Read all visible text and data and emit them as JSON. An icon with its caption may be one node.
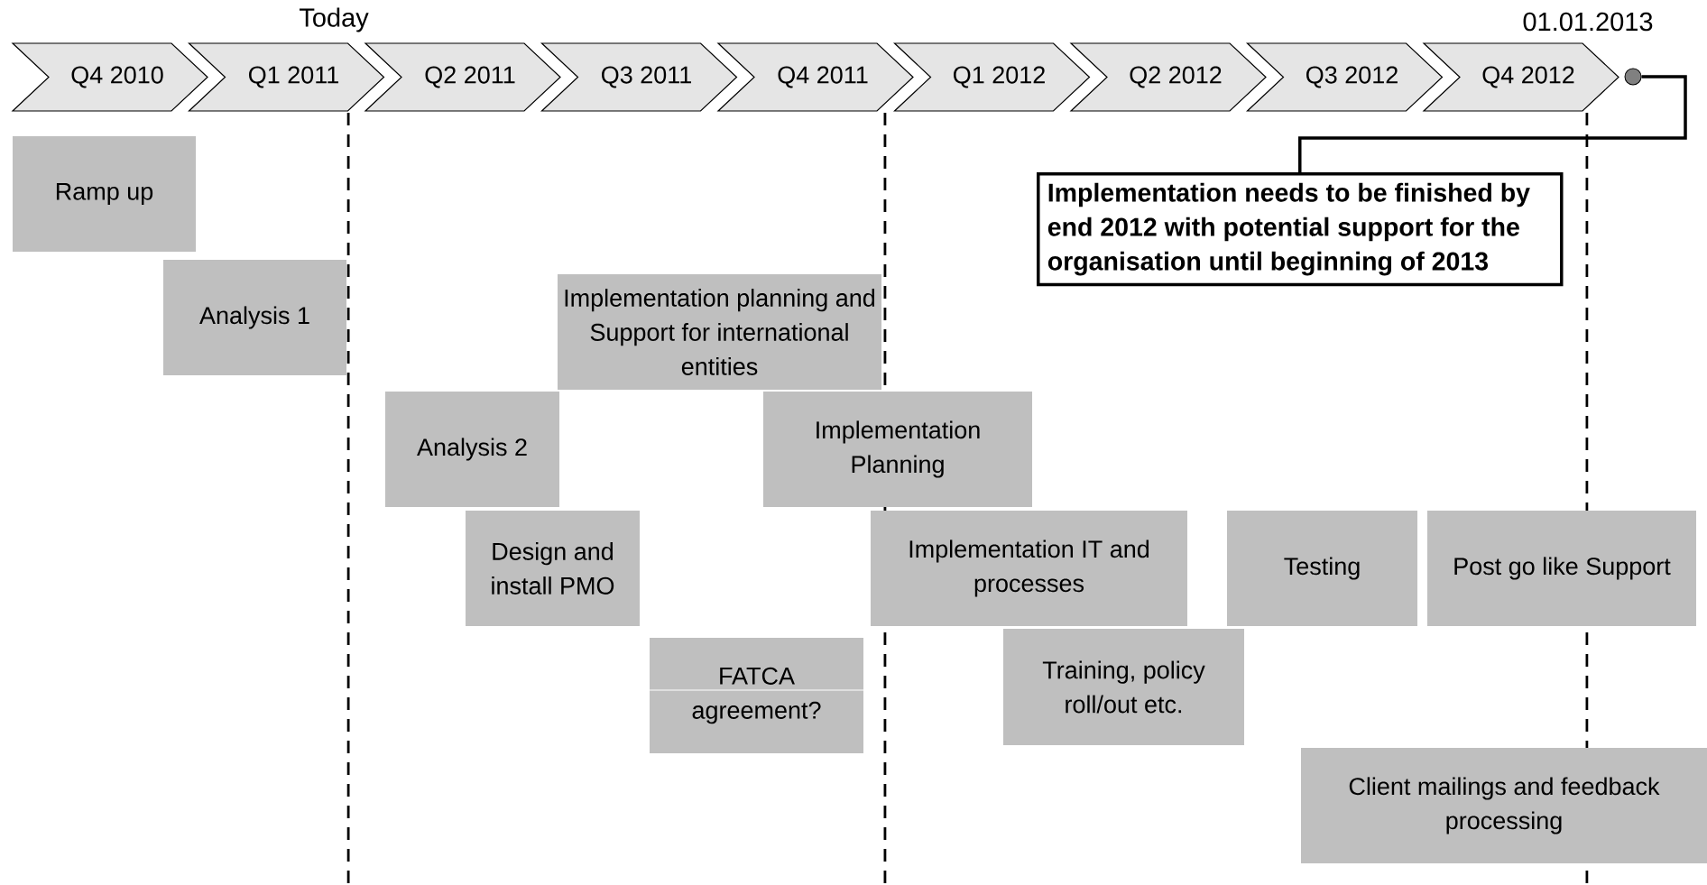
{
  "diagram": {
    "nodes": [
      {
        "text": [
          "Q4 2010"
        ]
      },
      {
        "text": [
          "Q1 2011"
        ]
      },
      {
        "text": [
          "Q2 2011"
        ]
      },
      {
        "text": [
          "Q3 2011"
        ]
      },
      {
        "text": [
          "Q4 2011"
        ]
      },
      {
        "text": [
          "Q1 2012"
        ]
      },
      {
        "text": [
          "Q2 2012"
        ]
      },
      {
        "text": [
          "Q3 2012"
        ]
      },
      {
        "text": [
          "Q4 2012"
        ]
      },
      {
        "text": [],
        "shape": "circle"
      },
      {
        "text": [
          "Implementation needs to be finished by end 2012 with potential support for the organisation until beginning of 2013"
        ]
      },
      {
        "text": [
          "Ramp up"
        ]
      },
      {
        "text": [
          "Analysis 1"
        ]
      },
      {
        "text": [
          "Implementation planning and Support for international entities"
        ]
      },
      {
        "text": [
          "Analysis 2"
        ]
      },
      {
        "text": [
          "Implementation Planning"
        ]
      },
      {
        "text": [
          "Design and install PMO"
        ]
      },
      {
        "text": [
          "Implementation IT and processes"
        ]
      },
      {
        "text": [
          "Testing"
        ]
      },
      {
        "text": [
          "Post go like Support"
        ]
      },
      {
        "text": [
          "FATCA agreement?"
        ]
      },
      {
        "text": [
          "Training, policy roll/out etc."
        ]
      },
      {
        "text": [
          "Client mailings and feedback processing"
        ]
      }
    ],
    "edges": [
      {
        "from": 10,
        "to": 9,
        "arrow": "none"
      }
    ],
    "labels": [
      "Today",
      "01.01.2013"
    ]
  }
}
